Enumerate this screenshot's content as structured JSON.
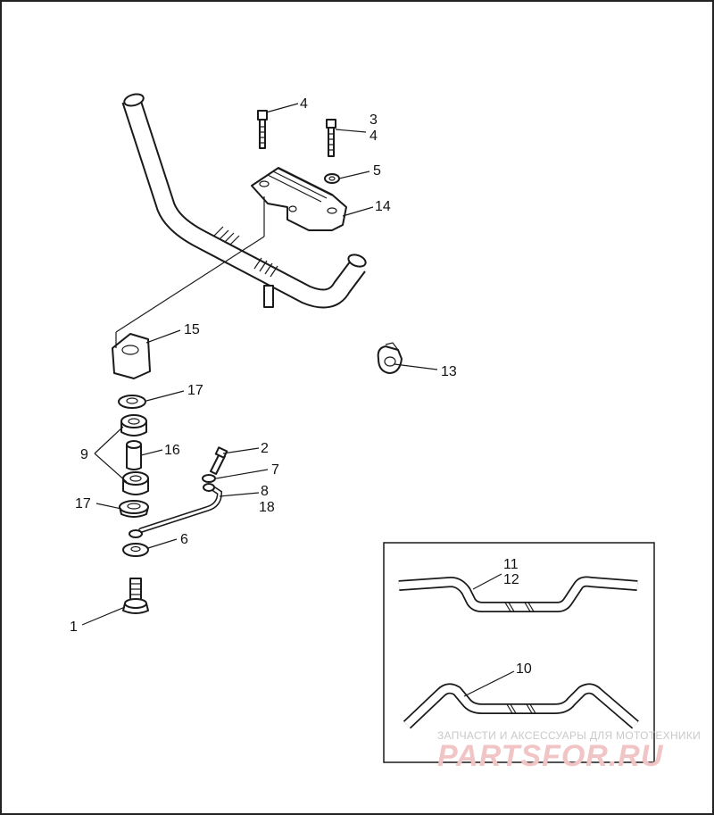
{
  "diagram": {
    "callouts": {
      "c1": "1",
      "c2": "2",
      "c3": "3",
      "c4a": "4",
      "c4b": "4",
      "c5": "5",
      "c6": "6",
      "c7": "7",
      "c8": "8",
      "c9": "9",
      "c10": "10",
      "c11": "11",
      "c12": "12",
      "c13": "13",
      "c14": "14",
      "c15": "15",
      "c16": "16",
      "c17a": "17",
      "c17b": "17",
      "c18": "18"
    },
    "colors": {
      "line": "#1a1a1a",
      "background": "#ffffff",
      "watermark_red": "#f1c5c5",
      "watermark_gray": "#c9c9c9"
    }
  },
  "watermark": {
    "tagline": "ЗАПЧАСТИ И АКСЕССУАРЫ ДЛЯ МОТОТЕХНИКИ",
    "logo": "PARTSFOR.RU"
  }
}
